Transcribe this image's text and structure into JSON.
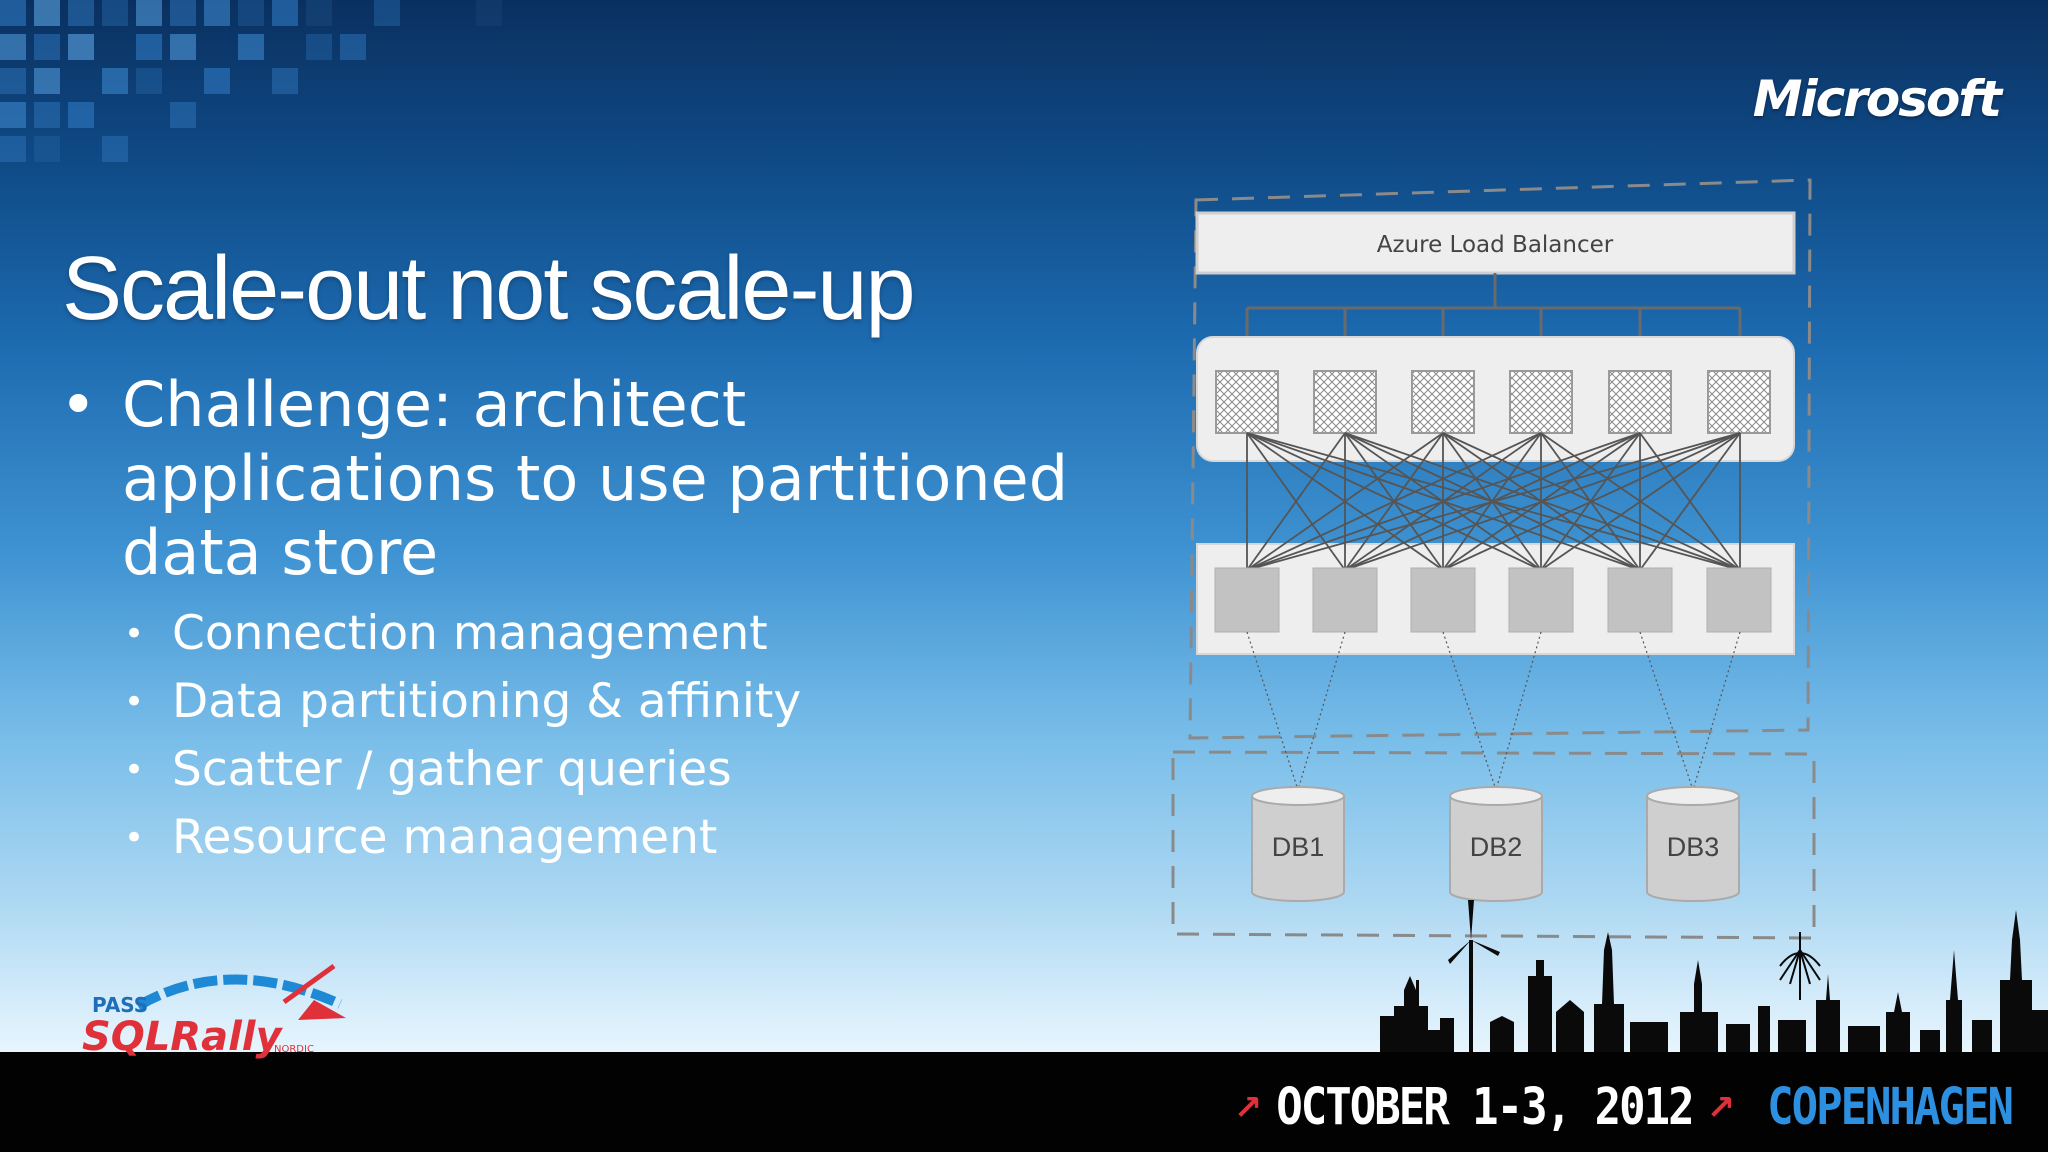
{
  "slide": {
    "brand": "Microsoft",
    "title": "Scale-out not scale-up",
    "bullet": "Challenge: architect applications to use partitioned data store",
    "subbullets": [
      "Connection management",
      "Data partitioning & affinity",
      "Scatter / gather queries",
      "Resource management"
    ]
  },
  "diagram": {
    "load_balancer": "Azure Load Balancer",
    "databases": [
      "DB1",
      "DB2",
      "DB3"
    ]
  },
  "footer": {
    "logo_pass": "PASS",
    "logo_name": "SQLRally",
    "logo_sub": "NORDIC",
    "date": "OCTOBER 1-3, 2012",
    "city": "COPENHAGEN"
  },
  "colors": {
    "accent_red": "#e0303a",
    "city_blue": "#2d8fe0",
    "footer_bg": "#020202"
  }
}
